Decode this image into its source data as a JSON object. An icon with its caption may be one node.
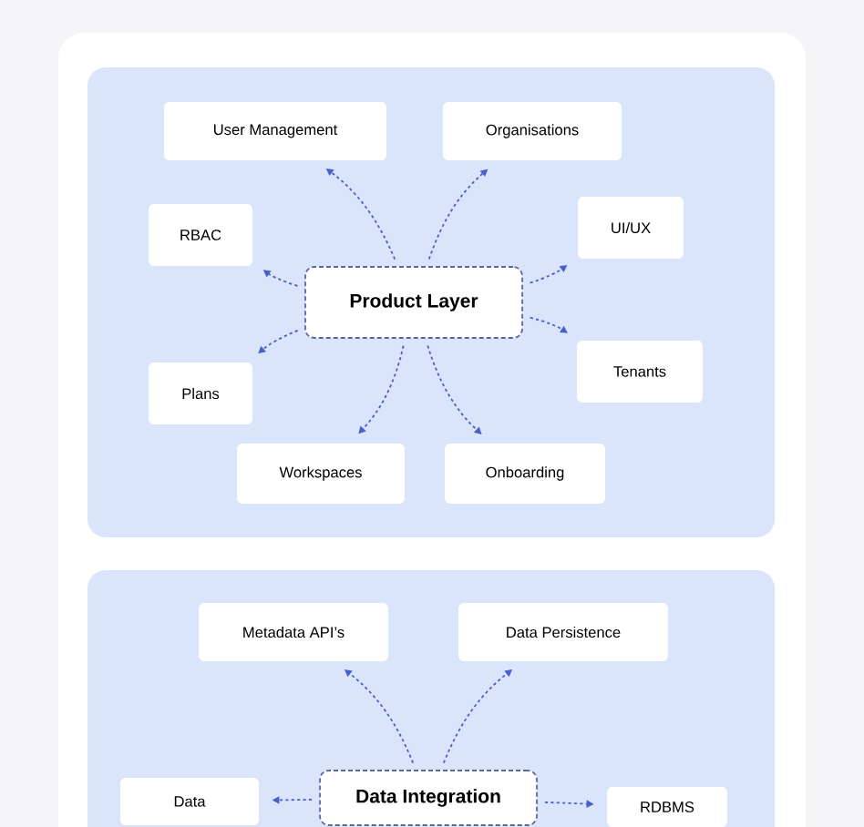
{
  "diagram": {
    "nodes": [
      {
        "text": [],
        "shape": "box"
      },
      {
        "text": [
          "User Management"
        ],
        "in": 0
      },
      {
        "text": [
          "Organisations"
        ],
        "in": 0
      },
      {
        "text": [
          "RBAC"
        ],
        "in": 0
      },
      {
        "text": [
          "UI/UX"
        ],
        "in": 0
      },
      {
        "text": [
          "Product Layer"
        ],
        "in": 0
      },
      {
        "text": [
          "Tenants"
        ],
        "in": 0
      },
      {
        "text": [
          "Plans"
        ],
        "in": 0
      },
      {
        "text": [
          "Workspaces"
        ],
        "in": 0
      },
      {
        "text": [
          "Onboarding"
        ],
        "in": 0
      },
      {
        "text": [],
        "shape": "box"
      },
      {
        "text": [
          "Metadata API’s"
        ],
        "in": 10
      },
      {
        "text": [
          "Data Persistence"
        ],
        "in": 10
      },
      {
        "text": [
          "Data"
        ],
        "in": 10
      },
      {
        "text": [
          "Data Integration"
        ],
        "in": 10
      },
      {
        "text": [
          "RDBMS"
        ],
        "in": 10
      }
    ],
    "edges": [
      {
        "from": 5,
        "to": 1,
        "arrow": "to",
        "style": "dashed"
      },
      {
        "from": 5,
        "to": 2,
        "arrow": "to",
        "style": "dashed"
      },
      {
        "from": 5,
        "to": 3,
        "arrow": "to",
        "style": "dashed"
      },
      {
        "from": 5,
        "to": 4,
        "arrow": "to",
        "style": "dashed"
      },
      {
        "from": 5,
        "to": 6,
        "arrow": "to",
        "style": "dashed"
      },
      {
        "from": 5,
        "to": 7,
        "arrow": "to",
        "style": "dashed"
      },
      {
        "from": 5,
        "to": 8,
        "arrow": "to",
        "style": "dashed"
      },
      {
        "from": 5,
        "to": 9,
        "arrow": "to",
        "style": "dashed"
      },
      {
        "from": 14,
        "to": 11,
        "arrow": "to",
        "style": "dashed"
      },
      {
        "from": 14,
        "to": 12,
        "arrow": "to",
        "style": "dashed"
      },
      {
        "from": 14,
        "to": 13,
        "arrow": "to",
        "style": "dashed"
      },
      {
        "from": 14,
        "to": 15,
        "arrow": "to",
        "style": "dashed"
      }
    ]
  }
}
